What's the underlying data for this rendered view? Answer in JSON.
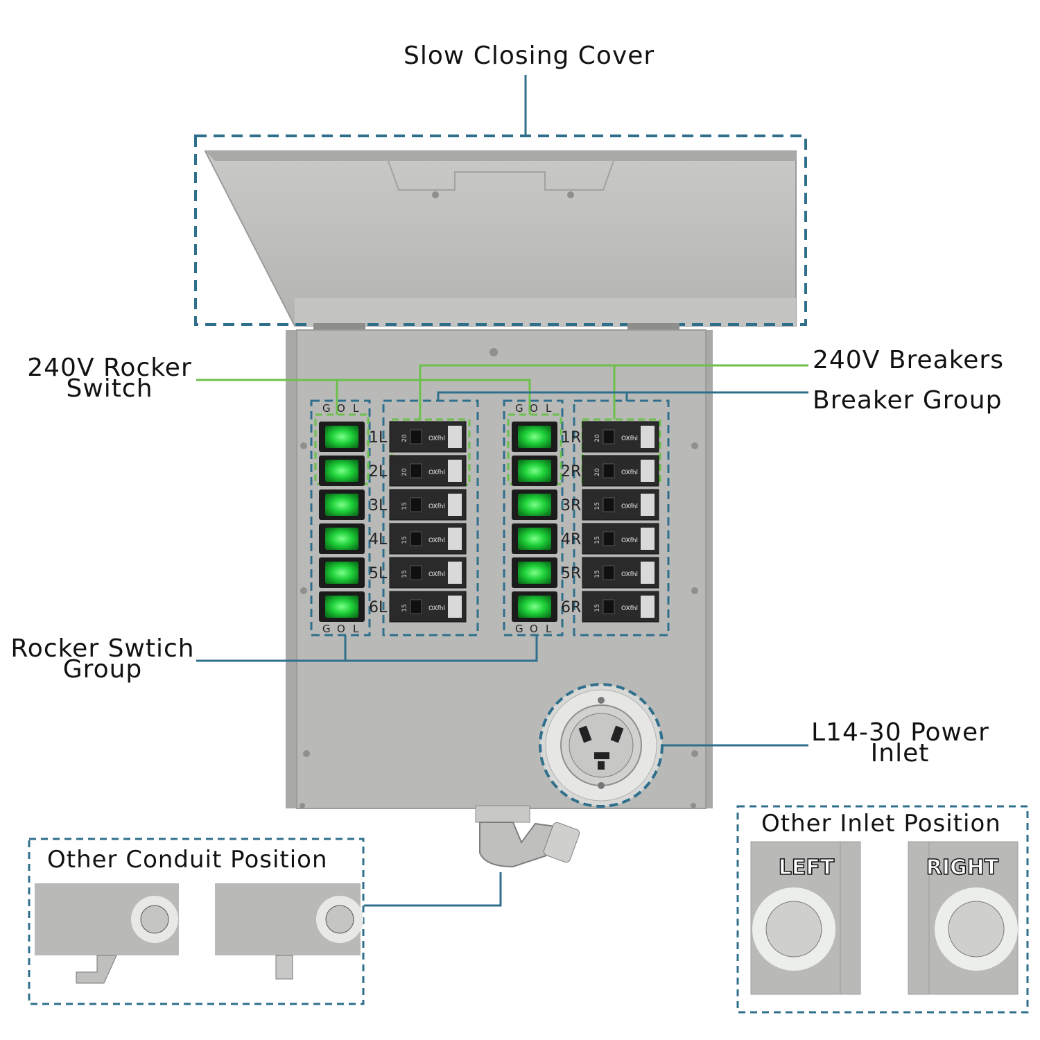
{
  "labels": {
    "cover": "Slow Closing Cover",
    "rocker_240v": [
      "240V Rocker",
      "Switch"
    ],
    "breakers_240v": "240V Breakers",
    "breaker_group": "Breaker Group",
    "rocker_group": [
      "Rocker Swtich",
      "Group"
    ],
    "inlet": [
      "L14-30 Power",
      "Inlet"
    ]
  },
  "panel": {
    "switch_header": [
      "G",
      "O",
      "L"
    ],
    "left_circuits": [
      "1L",
      "2L",
      "3L",
      "4L",
      "5L",
      "6L"
    ],
    "right_circuits": [
      "1R",
      "2R",
      "3R",
      "4R",
      "5R",
      "6R"
    ],
    "breaker_ratings": [
      "20",
      "20",
      "15",
      "15",
      "15",
      "15"
    ],
    "breaker_brand": "OXfhl"
  },
  "insets": {
    "conduit_title": "Other Conduit Position",
    "inlet_title": "Other Inlet Position",
    "inlet_left": "LEFT",
    "inlet_right": "RIGHT"
  },
  "colors": {
    "callout_blue": "#2f6f8c",
    "callout_green": "#6cc04a",
    "switch_green": "#1fd13a",
    "enclosure_gray": "#b9bab8"
  }
}
